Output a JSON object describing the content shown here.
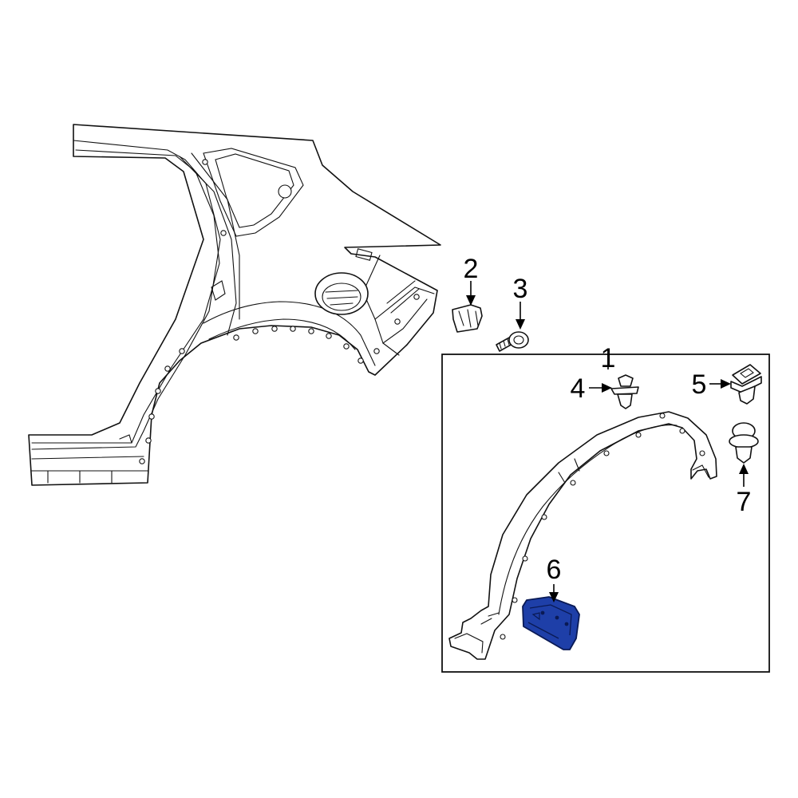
{
  "diagram": {
    "callouts": [
      {
        "id": "1",
        "label": "1"
      },
      {
        "id": "2",
        "label": "2"
      },
      {
        "id": "3",
        "label": "3"
      },
      {
        "id": "4",
        "label": "4"
      },
      {
        "id": "5",
        "label": "5"
      },
      {
        "id": "6",
        "label": "6"
      },
      {
        "id": "7",
        "label": "7"
      }
    ],
    "colors": {
      "line": "#111111",
      "highlight": "#1e3fa8",
      "background": "#ffffff"
    },
    "highlighted_part": "6"
  }
}
